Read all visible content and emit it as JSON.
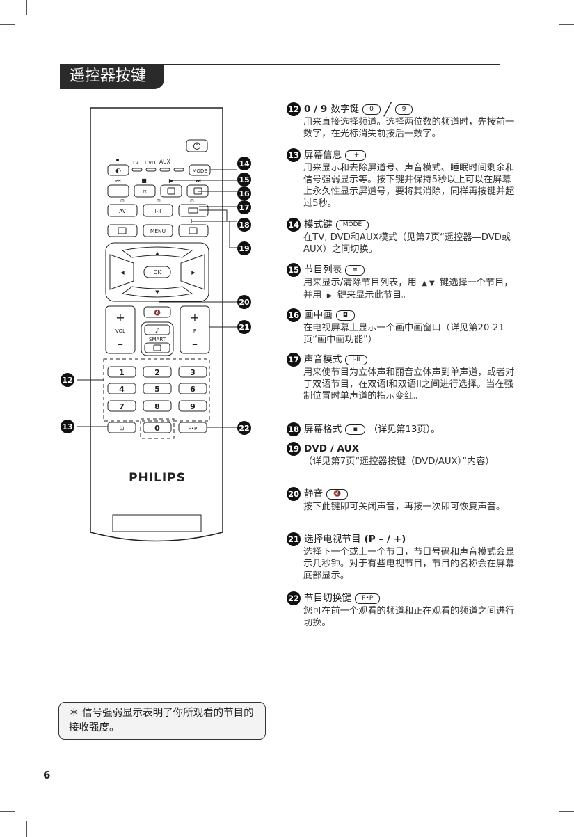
{
  "page_title": "遥控器按键",
  "page_number": "6",
  "brand": "PHILIPS",
  "remote": {
    "mode_labels": [
      "TV",
      "DVD",
      "AUX"
    ],
    "mode_button": "MODE",
    "av_button": "AV",
    "sound_button": "I-II",
    "menu_button": "MENU",
    "ok_button": "OK",
    "vol_label": "VOL",
    "p_label": "P",
    "smart_label": "SMART",
    "digits": [
      "1",
      "2",
      "3",
      "4",
      "5",
      "6",
      "7",
      "8",
      "9",
      "0"
    ],
    "pp_button": "P•P",
    "callouts": [
      "12",
      "13",
      "14",
      "15",
      "16",
      "17",
      "18",
      "19",
      "20",
      "21",
      "22"
    ]
  },
  "entries": [
    {
      "num": "12",
      "name": "0 / 9",
      "name2": "数字键",
      "key1": "0",
      "key2": "9",
      "desc": "用来直接选择频道。选择两位数的频道时，先按前一数字，在光标消失前按后一数字。"
    },
    {
      "num": "13",
      "name": "屏幕信息",
      "key": "i+",
      "desc": "用来显示和去除屏道号、声音模式、睡眠时间剩余和信号强弱显示等。按下键并保持5秒以上可以在屏幕上永久性显示屏道号，要将其消除，同样再按键并超过5秒。"
    },
    {
      "num": "14",
      "name": "模式键",
      "key": "MODE",
      "desc": "在TV, DVD和AUX模式（见第7页“遥控器—DVD或AUX）之间切换。"
    },
    {
      "num": "15",
      "name": "节目列表",
      "key": "≡",
      "desc_a": "用来显示/清除节目列表，用",
      "desc_b": "键选择一个节目，并用",
      "desc_c": "键来显示此节目。"
    },
    {
      "num": "16",
      "name": "画中画",
      "key": "◘",
      "desc": "在电视屏幕上显示一个画中画窗口（详见第20-21页“画中画功能”）"
    },
    {
      "num": "17",
      "name": "声音模式",
      "key": "I-II",
      "desc": "用来使节目为立体声和丽音立体声到单声道，或者对于双语节目，在双语I和双语II之间进行选择。当在强制位置时单声道的指示变红。"
    },
    {
      "num": "18",
      "name": "屏幕格式",
      "key": "▣",
      "after": "（详见第13页）。"
    },
    {
      "num": "19",
      "name": "DVD / AUX",
      "desc": "（详见第7页“遥控器按键（DVD/AUX）”内容）"
    },
    {
      "num": "20",
      "name": "静音",
      "key": "🔇",
      "desc": "按下此键即可关闭声音，再按一次即可恢复声音。"
    },
    {
      "num": "21",
      "name": "选择电视节目",
      "name_bold": "(P – / +)",
      "desc": "选择下一个或上一个节目，节目号码和声音模式会显示几秒钟。对于有些电视节目，节目的名称会在屏幕底部显示。"
    },
    {
      "num": "22",
      "name": "节目切换键",
      "key": "P•P",
      "desc": "您可在前一个观看的频道和正在观看的频道之间进行切换。"
    }
  ],
  "footnote": "＊ 信号强弱显示表明了你所观看的节目的接收强度。"
}
